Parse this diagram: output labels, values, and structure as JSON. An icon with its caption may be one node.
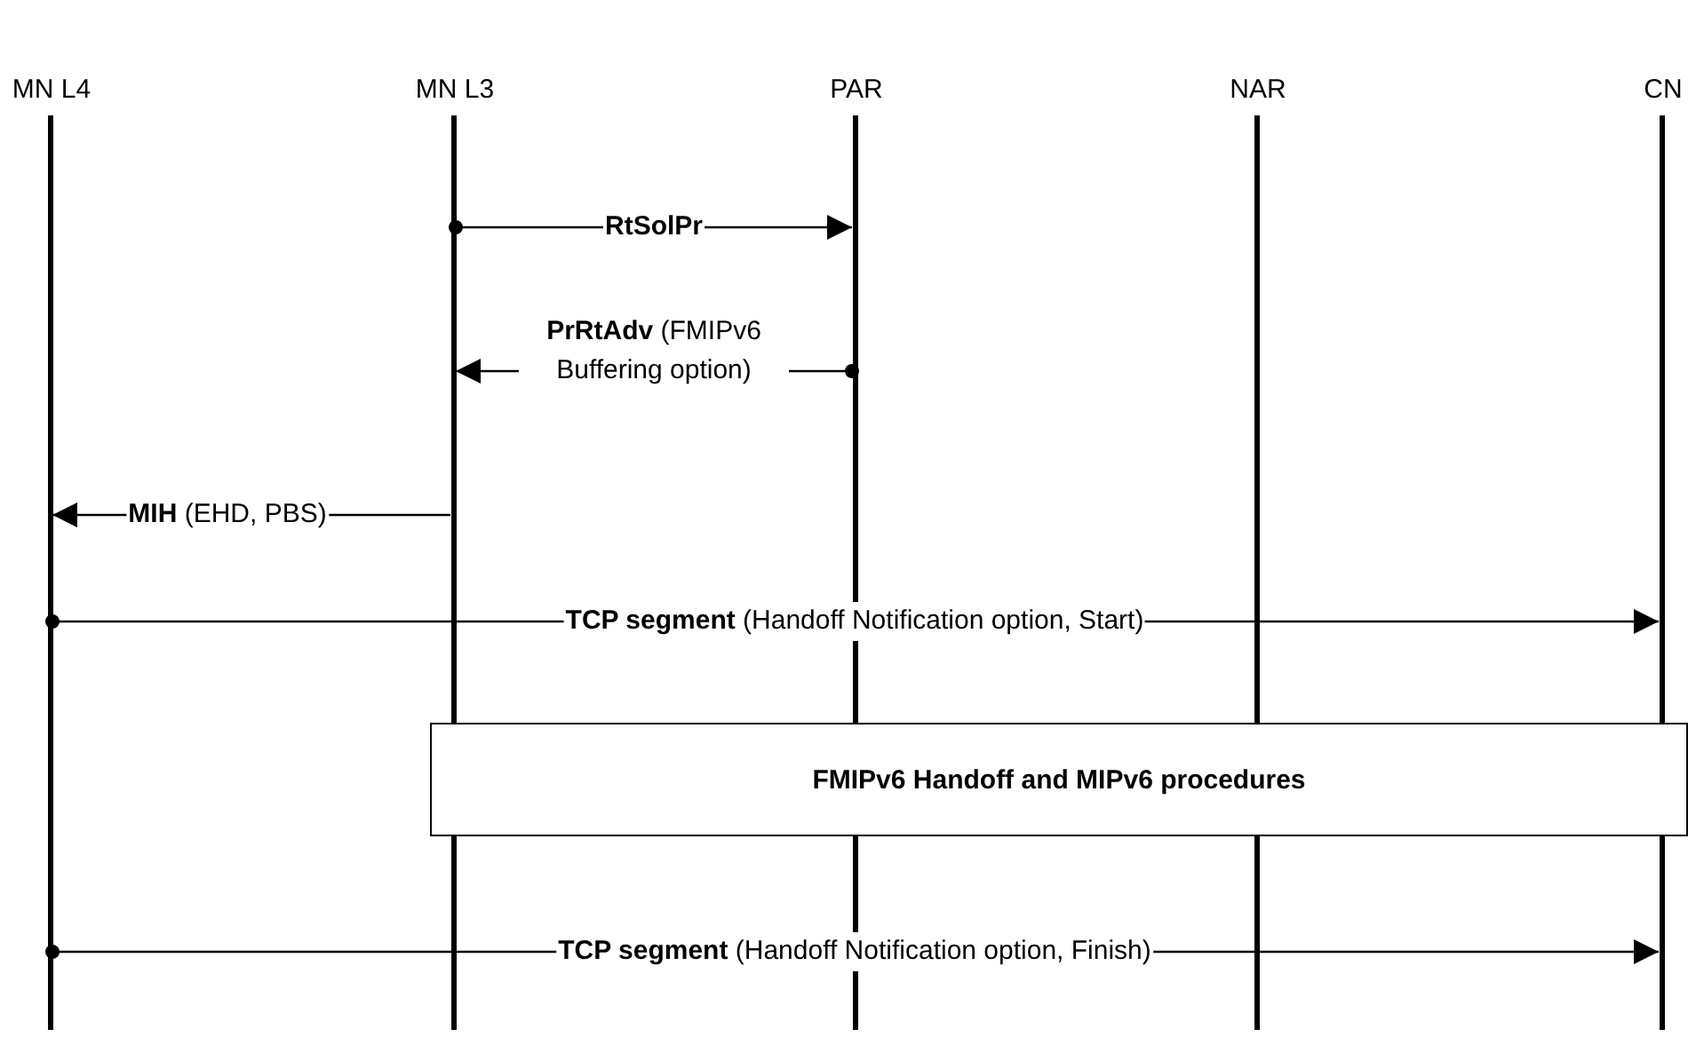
{
  "diagram": {
    "nodes": [
      {
        "text": [
          "MN L4"
        ]
      },
      {
        "text": [
          "MN L3"
        ]
      },
      {
        "text": [
          "PAR"
        ]
      },
      {
        "text": [
          "NAR"
        ]
      },
      {
        "text": [
          "CN"
        ]
      },
      {
        "text": [
          "FMIPv6 Handoff and MIPv6 procedures"
        ]
      }
    ],
    "edges": [
      {
        "from": 1,
        "to": 2,
        "arrow": "to",
        "label": "RtSolPr"
      },
      {
        "from": 2,
        "to": 1,
        "arrow": "to",
        "label": "**PrRtAdv** (FMIPv6 Buffering option)"
      },
      {
        "from": 1,
        "to": 0,
        "arrow": "to",
        "label": "**MIH** (EHD, PBS)"
      },
      {
        "from": 0,
        "to": 4,
        "arrow": "to",
        "label": "**TCP segment** (Handoff Notification option, Start)"
      },
      {
        "from": 0,
        "to": 4,
        "arrow": "to",
        "label": "**TCP segment** (Handoff Notification option, Finish)"
      }
    ]
  }
}
